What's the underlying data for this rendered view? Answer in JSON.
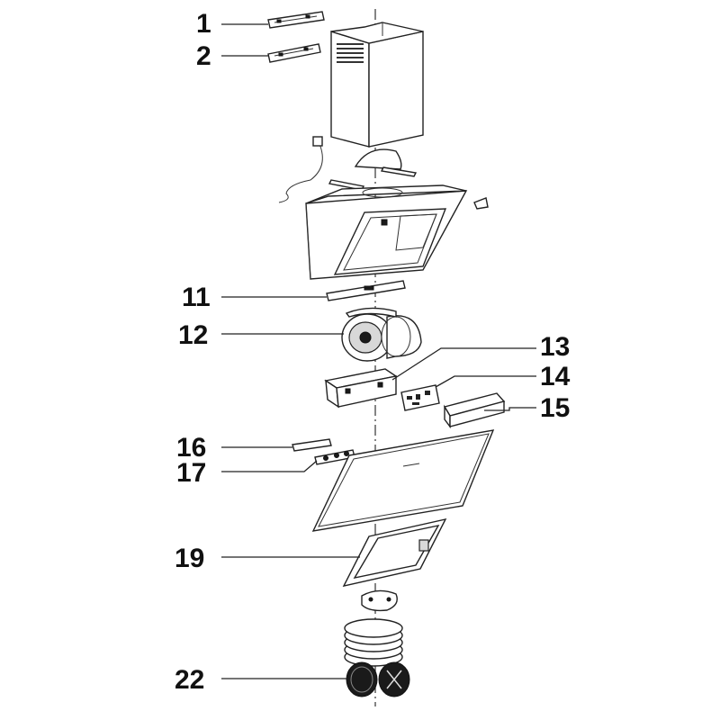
{
  "labels": {
    "l1": "1",
    "l2": "2",
    "l11": "11",
    "l12": "12",
    "l13": "13",
    "l14": "14",
    "l15": "15",
    "l16": "16",
    "l17": "17",
    "l19": "19",
    "l22": "22"
  },
  "colors": {
    "ink": "#222222",
    "fill": "#ffffff",
    "dark": "#1a1a1a"
  }
}
